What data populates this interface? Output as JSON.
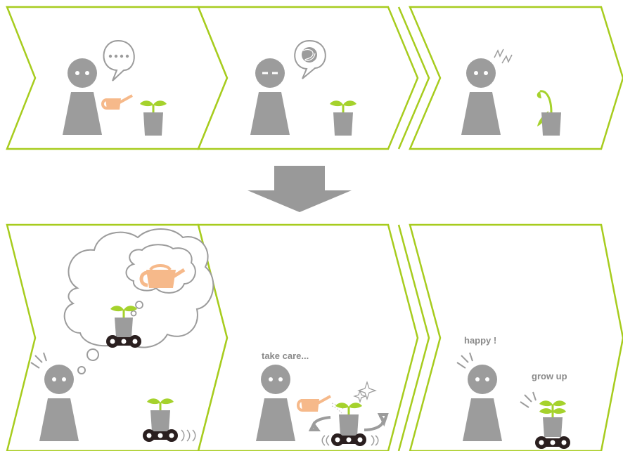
{
  "colors": {
    "frame": "#a7cc1e",
    "person": "#9c9c9c",
    "pot": "#9c9c9c",
    "leaf": "#a5d22c",
    "can": "#f6b98a",
    "arrow": "#999999",
    "wheel": "#2a1f1f",
    "text": "#8a8a8a"
  },
  "panels": {
    "bottom_middle": {
      "caption": "take care..."
    },
    "bottom_right": {
      "caption_person": "happy !",
      "caption_plant": "grow up"
    }
  }
}
